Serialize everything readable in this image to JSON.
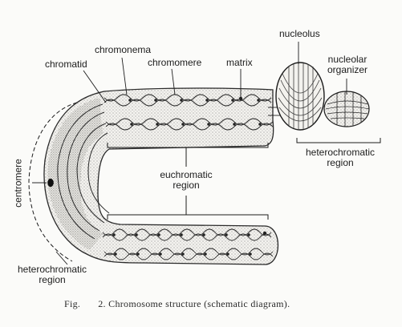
{
  "diagram": {
    "labels": {
      "nucleolus": "nucleolus",
      "nucleolar_organizer_line1": "nucleolar",
      "nucleolar_organizer_line2": "organizer",
      "chromonema": "chromonema",
      "chromatid": "chromatid",
      "chromomere": "chromomere",
      "matrix": "matrix",
      "heterochromatic_right_line1": "heterochromatic",
      "heterochromatic_right_line2": "region",
      "euchromatic_line1": "euchromatic",
      "euchromatic_line2": "region",
      "centromere": "centromere",
      "heterochromatic_left_line1": "heterochromatic",
      "heterochromatic_left_line2": "region"
    },
    "caption": {
      "prefix": "Fig.",
      "number": "2.",
      "text": "Chromosome structure (schematic diagram)."
    }
  }
}
